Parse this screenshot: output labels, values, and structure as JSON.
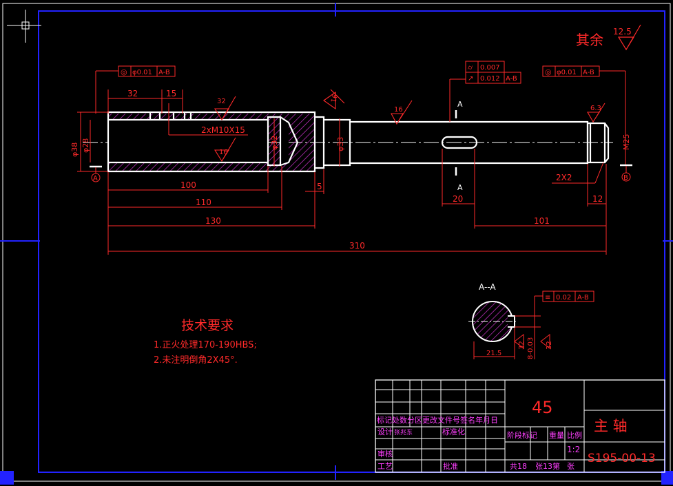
{
  "colors": {
    "background": "#000000",
    "frame": "#2222ff",
    "geometry": "#ffffff",
    "dimension": "#ff2a2a",
    "hatch": "#cc33cc",
    "titleblock": "#ff40ff"
  },
  "surface_finish": {
    "general_label": "其余",
    "general_value": "12.5",
    "left_upper": "32",
    "left_lower": "16",
    "middle": "16",
    "shoulder": "16",
    "right_end": "6.3"
  },
  "tolerance_frames": {
    "left": {
      "symbol": "◎",
      "value": "φ0.01",
      "datum": "A-B"
    },
    "right": {
      "symbol": "◎",
      "value": "φ0.01",
      "datum": "A-B"
    },
    "middle_top": {
      "symbol": "⌭",
      "value": "0.007"
    },
    "middle_bottom": {
      "symbol": "↗",
      "value": "0.012",
      "datum": "A-B"
    },
    "section": {
      "symbol": "≡",
      "value": "0.02",
      "datum": "A-B"
    }
  },
  "dimensions": {
    "d32": "32",
    "d15": "15",
    "dia38": "φ38",
    "dia28": "φ28",
    "thread": "2xM10X15",
    "dia32": "φ32",
    "dia33": "φ33",
    "m25": "M25",
    "l100": "100",
    "l110": "110",
    "l130": "130",
    "l310": "310",
    "l5": "5",
    "l20": "20",
    "l101": "101",
    "l12": "12",
    "chamfer": "2X2",
    "sec_width": "21.5",
    "sec_depth": "8-0.03",
    "sec_rough1": "32",
    "sec_rough2": "32"
  },
  "datums": {
    "a": "A",
    "b": "B"
  },
  "section_markers": {
    "top": "A",
    "bottom": "A",
    "title": "A--A"
  },
  "requirements": {
    "title": "技术要求",
    "items": [
      "1.正火处理170-190HBS;",
      "2.未注明倒角2X45°."
    ]
  },
  "title_block": {
    "material": "45",
    "part_name": "主   轴",
    "drawing_no": "S195-00-13",
    "header_row": "标记处数分区更改文件号签名年月日",
    "design": "设计",
    "designer": "张兆东",
    "standardize": "标准化",
    "stage": "阶段标记",
    "weight": "重量",
    "scale_label": "比例",
    "scale": "1:2",
    "review": "审核",
    "process": "工艺",
    "approve": "批准",
    "total": "共18",
    "sheet": "张13第",
    "sheet_end": "张"
  }
}
